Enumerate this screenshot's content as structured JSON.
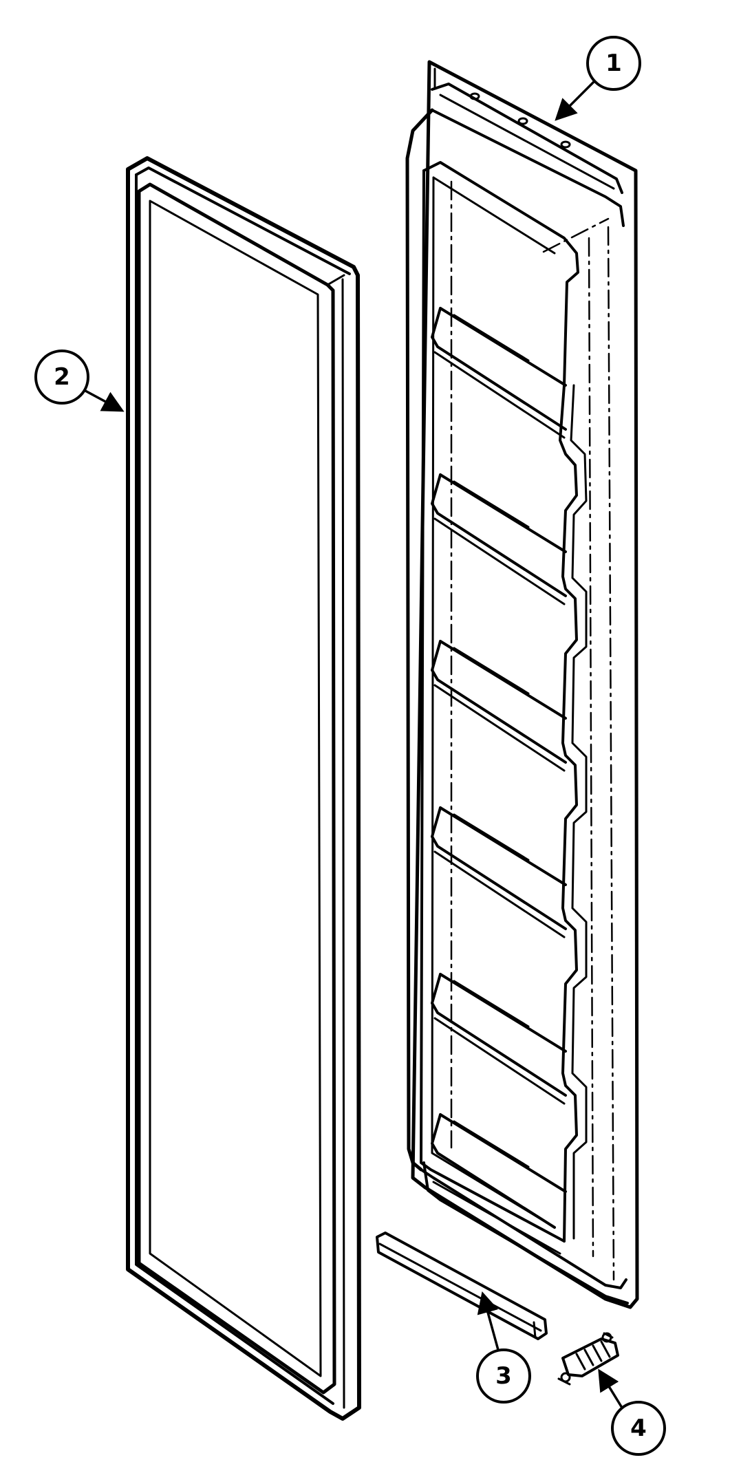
{
  "diagram": {
    "callouts": [
      {
        "id": "callout-1",
        "label": "1"
      },
      {
        "id": "callout-2",
        "label": "2"
      },
      {
        "id": "callout-3",
        "label": "3"
      },
      {
        "id": "callout-4",
        "label": "4"
      }
    ],
    "colors": {
      "ink": "#000000",
      "background": "#ffffff"
    }
  }
}
